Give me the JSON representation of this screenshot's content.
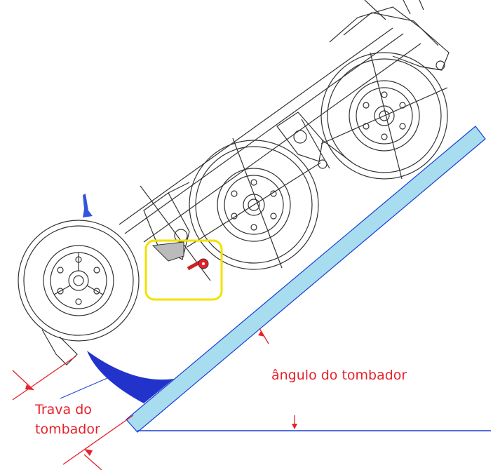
{
  "labels": {
    "tilt_angle": "ângulo do tombador",
    "lock_line1": "Trava do",
    "lock_line2": "tombador"
  },
  "colors": {
    "annotation": "#e8202a",
    "ramp_fill": "#a8dcef",
    "ramp_edge": "#1a3fd6",
    "lock_fill": "#2233cc",
    "highlight": "#f2e200",
    "drawing": "#333333",
    "background": "#ffffff"
  },
  "icons": {
    "wheel": "wheel-icon",
    "lock_pin": "lock-pin-icon"
  }
}
